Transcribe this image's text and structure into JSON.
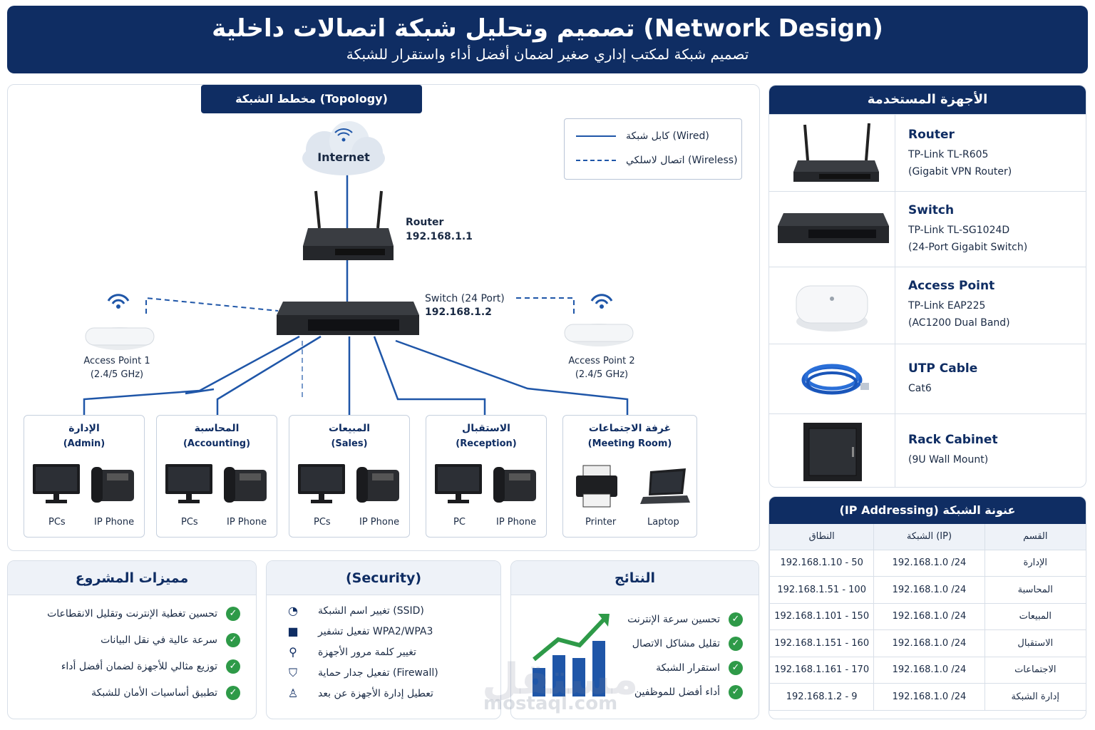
{
  "header": {
    "title": "تصميم وتحليل شبكة اتصالات داخلية (Network Design)",
    "subtitle": "تصميم شبكة لمكتب إداري صغير لضمان أفضل أداء واستقرار للشبكة"
  },
  "diagram": {
    "title": "مخطط الشبكة (Topology)",
    "legend": {
      "wired": "كابل شبكة (Wired)",
      "wireless": "اتصال لاسلكي (Wireless)"
    },
    "internet": "Internet",
    "router": {
      "name": "Router",
      "ip": "192.168.1.1"
    },
    "switch": {
      "name": "Switch (24 Port)",
      "ip": "192.168.1.2"
    },
    "ap1": {
      "name": "Access Point 1",
      "band": "(2.4/5 GHz)"
    },
    "ap2": {
      "name": "Access Point 2",
      "band": "(2.4/5 GHz)"
    },
    "departments": [
      {
        "ar": "الإدارة",
        "en": "(Admin)",
        "d1": "PCs",
        "d2": "IP Phone"
      },
      {
        "ar": "المحاسبة",
        "en": "(Accounting)",
        "d1": "PCs",
        "d2": "IP Phone"
      },
      {
        "ar": "المبيعات",
        "en": "(Sales)",
        "d1": "PCs",
        "d2": "IP Phone"
      },
      {
        "ar": "الاستقبال",
        "en": "(Reception)",
        "d1": "PC",
        "d2": "IP Phone"
      },
      {
        "ar": "غرفة الاجتماعات",
        "en": "(Meeting Room)",
        "d1": "Printer",
        "d2": "Laptop"
      }
    ]
  },
  "devices": {
    "title": "الأجهزة المستخدمة",
    "items": [
      {
        "name": "Router",
        "model": "TP-Link TL-R605",
        "spec": "(Gigabit VPN Router)"
      },
      {
        "name": "Switch",
        "model": "TP-Link TL-SG1024D",
        "spec": "(24-Port Gigabit Switch)"
      },
      {
        "name": "Access Point",
        "model": "TP-Link EAP225",
        "spec": "(AC1200 Dual Band)"
      },
      {
        "name": "UTP Cable",
        "model": "Cat6",
        "spec": ""
      },
      {
        "name": "Rack Cabinet",
        "model": "(9U Wall Mount)",
        "spec": ""
      }
    ]
  },
  "ip_table": {
    "title": "(IP Addressing) عنونة الشبكة",
    "headers": {
      "dept": "القسم",
      "net": "الشبكة (IP)",
      "range": "النطاق"
    },
    "rows": [
      {
        "dept": "الإدارة",
        "net": "192.168.1.0 /24",
        "range": "192.168.1.10 - 50"
      },
      {
        "dept": "المحاسبة",
        "net": "192.168.1.0 /24",
        "range": "192.168.1.51 - 100"
      },
      {
        "dept": "المبيعات",
        "net": "192.168.1.0 /24",
        "range": "192.168.1.101 - 150"
      },
      {
        "dept": "الاستقبال",
        "net": "192.168.1.0 /24",
        "range": "192.168.1.151 - 160"
      },
      {
        "dept": "الاجتماعات",
        "net": "192.168.1.0 /24",
        "range": "192.168.1.161 - 170"
      },
      {
        "dept": "إدارة الشبكة",
        "net": "192.168.1.0 /24",
        "range": "192.168.1.2 - 9"
      }
    ]
  },
  "features": {
    "title": "مميزات المشروع",
    "items": [
      "تحسين تغطية الإنترنت وتقليل الانقطاعات",
      "سرعة عالية في نقل البيانات",
      "توزيع مثالي للأجهزة لضمان أفضل أداء",
      "تطبيق أساسيات الأمان للشبكة"
    ]
  },
  "security": {
    "title": "(Security)",
    "items": [
      {
        "icon": "wifi-icon",
        "text": "تغيير اسم الشبكة (SSID)"
      },
      {
        "icon": "lock-icon",
        "text": "تفعيل تشفير WPA2/WPA3"
      },
      {
        "icon": "key-icon",
        "text": "تغيير كلمة مرور الأجهزة"
      },
      {
        "icon": "shield-icon",
        "text": "تفعيل جدار حماية (Firewall)"
      },
      {
        "icon": "remote-admin-icon",
        "text": "تعطيل إدارة الأجهزة عن بعد"
      }
    ]
  },
  "results": {
    "title": "النتائج",
    "items": [
      "تحسين سرعة الإنترنت",
      "تقليل مشاكل الاتصال",
      "استقرار الشبكة",
      "أداء أفضل للموظفين"
    ]
  },
  "watermark": {
    "ar": "مستقل",
    "en": "mostaql.com"
  },
  "colors": {
    "navy": "#0f2d63",
    "line": "#1f56a8",
    "green": "#2e9a48",
    "bar": "#1f56a8"
  }
}
